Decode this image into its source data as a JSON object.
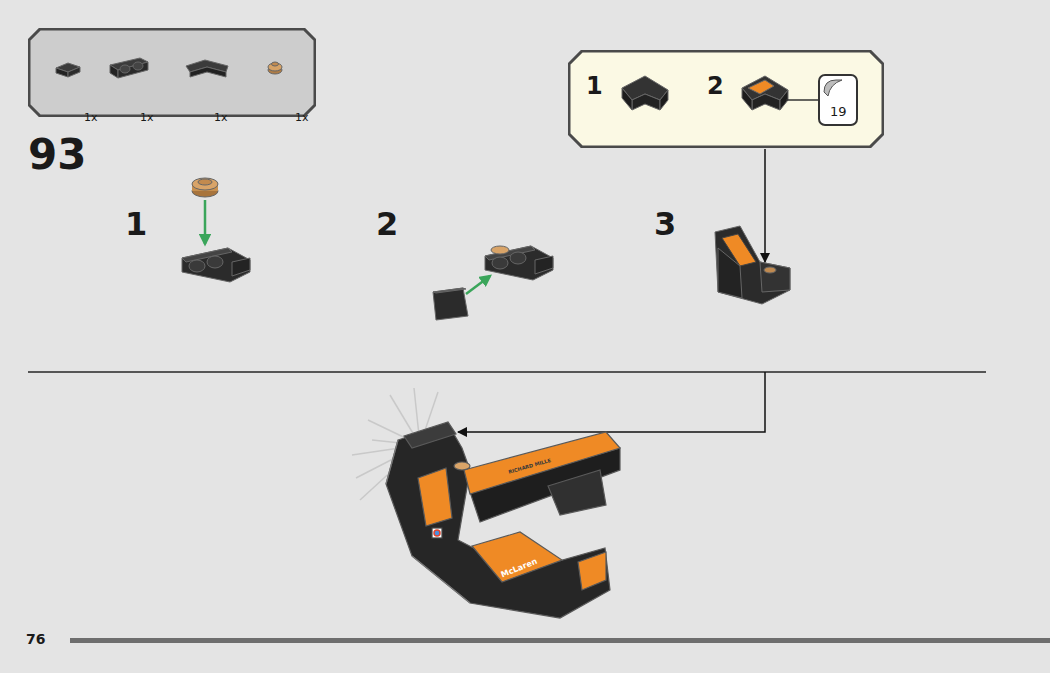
{
  "diagram": {
    "nodes": [
      {
        "text": [
          "1x",
          "1x",
          "1x",
          "1x"
        ]
      },
      {
        "text": [
          "1",
          "2"
        ]
      },
      {
        "text": [
          "19"
        ],
        "in": 1
      }
    ],
    "labels": [
      "93",
      "1",
      "2",
      "3",
      "RICHARD MILLE",
      "McLaren",
      "76"
    ]
  }
}
